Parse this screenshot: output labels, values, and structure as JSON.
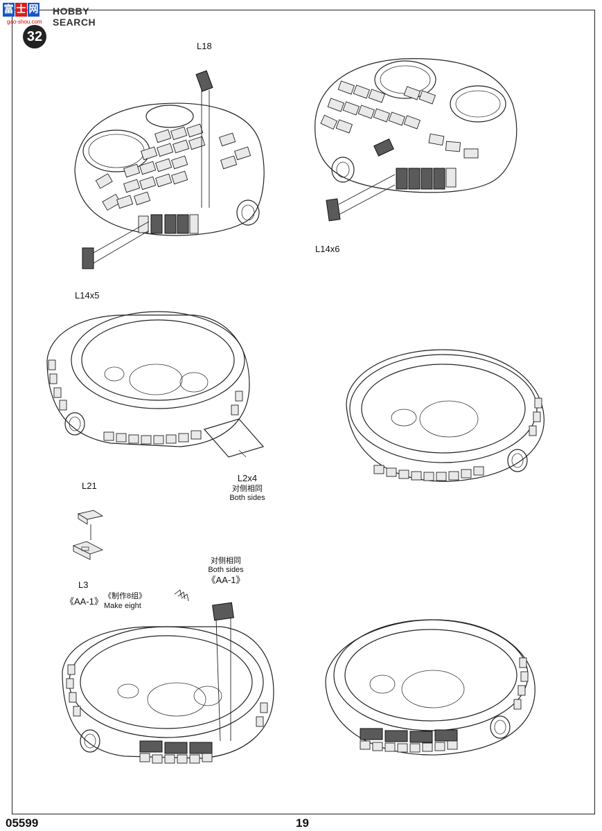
{
  "watermark": {
    "logo_chars": [
      "富",
      "士",
      "网"
    ],
    "logo_colors": [
      "#1a56c4",
      "#d42020",
      "#1a56c4"
    ],
    "text": "HOBBY SEARCH",
    "url": "gao-shou.com"
  },
  "step": {
    "number": "32"
  },
  "labels": {
    "l18": "L18",
    "l14x5": "L14x5",
    "l14x6": "L14x6",
    "l2x4": "L2x4",
    "both_sides_cn": "对侧相同",
    "both_sides_en": "Both sides",
    "l21": "L21",
    "l3": "L3",
    "aa1": "《AA-1》",
    "make_eight_cn": "《制作8组》",
    "make_eight_en": "Make  eight",
    "both_sides_cn_2": "对侧相同",
    "both_sides_en_2": "Both sides",
    "aa1_2": "《AA-1》"
  },
  "footer": {
    "code": "05599",
    "page": "19"
  }
}
